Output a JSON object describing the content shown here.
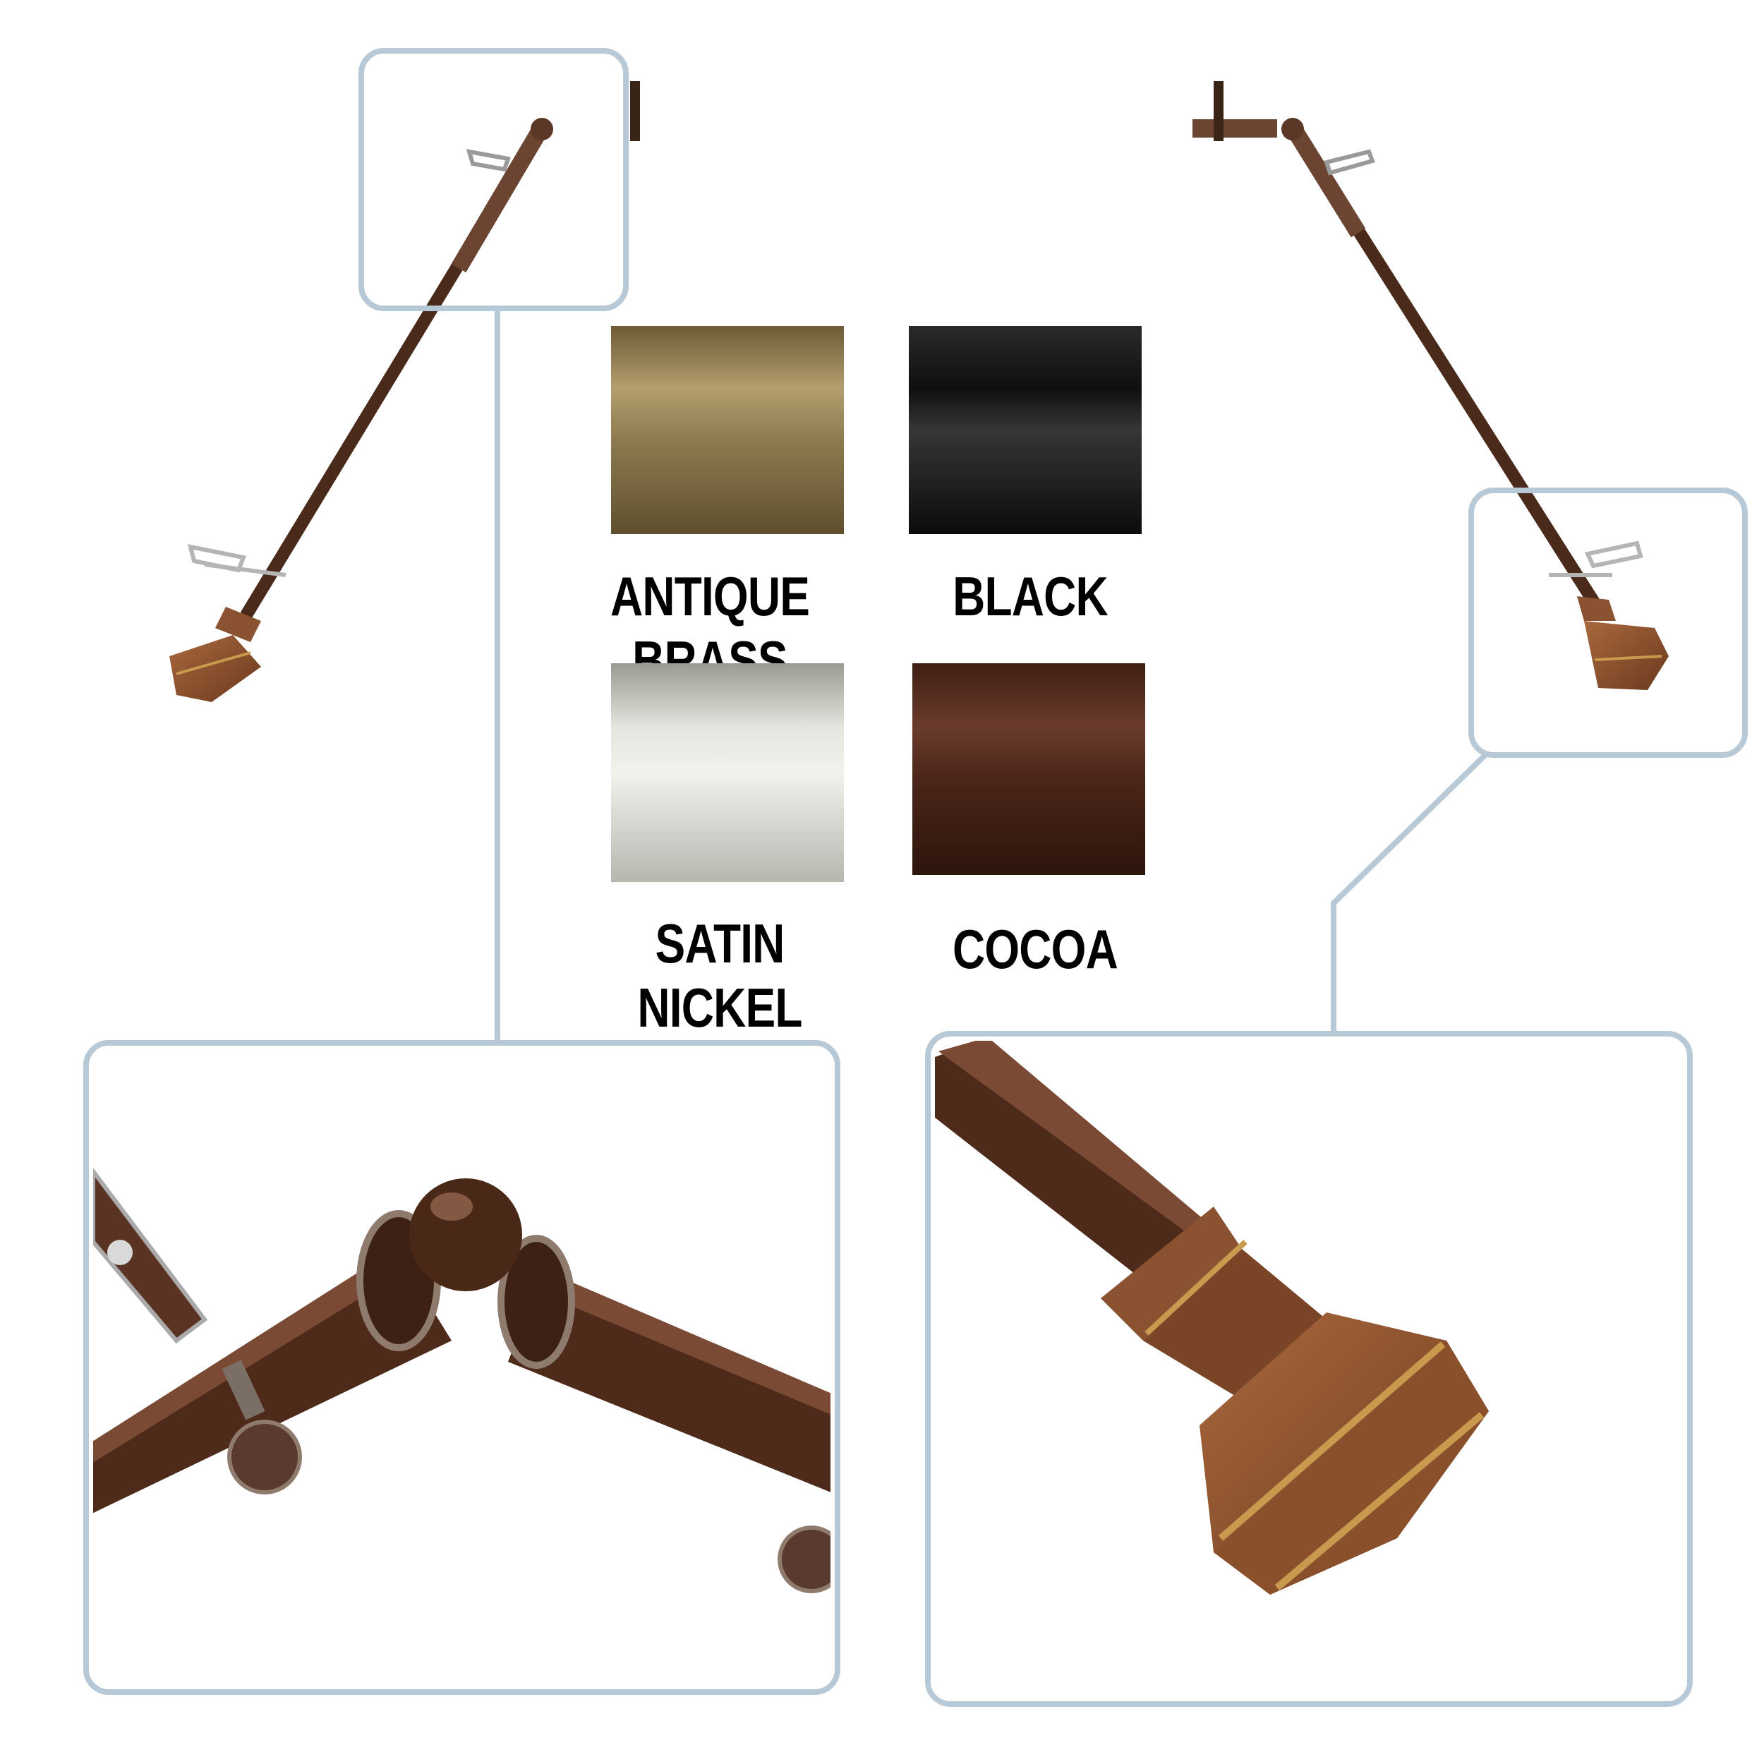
{
  "finishes": [
    {
      "label": "ANTIQUE BRASS",
      "color": "#8f7a4c"
    },
    {
      "label": "BLACK",
      "color": "#161616"
    },
    {
      "label": "SATIN NICKEL",
      "color": "#c9c9c4"
    },
    {
      "label": "COCOA",
      "color": "#4a2418"
    }
  ],
  "colors": {
    "callout_border": "#b7c8d6",
    "rod": "#4f2e1e",
    "finial": "#8a5230",
    "finial_accent": "#c89a4e",
    "bracket": "#b9b9b9"
  }
}
